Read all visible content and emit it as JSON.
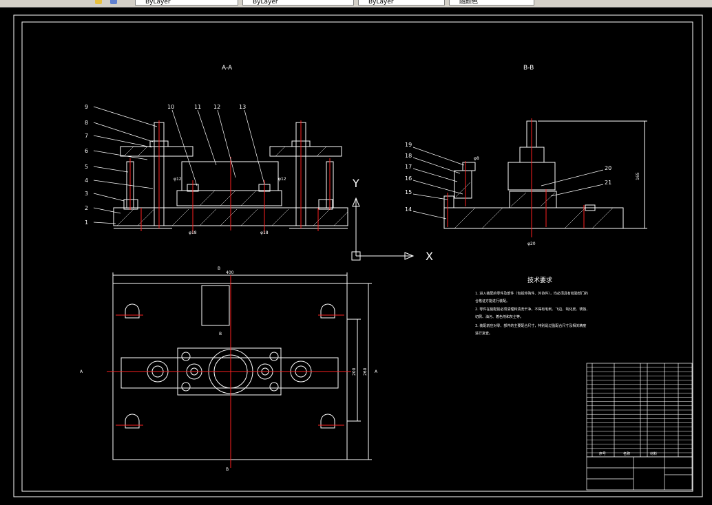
{
  "toolbar": {
    "layer_fields": [
      "ByLayer",
      "ByLayer",
      "ByLayer",
      "随颜色"
    ]
  },
  "drawing": {
    "section_aa_label": "A-A",
    "section_bb_label": "B-B",
    "tech_req_title": "技术要求",
    "tech_req_lines": [
      "1. 进入装配的零件及部件（包括外购件、外协件），均必须具有检验部门的",
      "合格证方能进行装配。",
      "2. 零件在装配前必须清理和清洗干净，不得有毛刺、飞边、氧化皮、锈蚀、",
      "切屑、油污、着色剂和灰尘等。",
      "3. 装配前应对零、部件的主要配合尺寸，特别是过盈配合尺寸及相关精度",
      "进行复查。"
    ],
    "axis_labels": {
      "y": "Y",
      "x": "X"
    },
    "callouts_left": [
      "9",
      "8",
      "7",
      "6",
      "5",
      "4",
      "3",
      "2",
      "1"
    ],
    "callouts_top": [
      "10",
      "11",
      "12",
      "13"
    ],
    "callouts_right_b": [
      "19",
      "18",
      "17",
      "16",
      "15",
      "14"
    ],
    "callouts_right_side": [
      "20",
      "21"
    ],
    "dim_labels": {
      "top_width": "400",
      "side_height_1": "200",
      "side_height_2": "260",
      "bb_height": "165",
      "small_1": "φ18",
      "small_2": "φ18",
      "small_3": "φ12",
      "small_4": "φ12",
      "small_5": "φ8",
      "small_6": "φ20"
    },
    "section_markers": {
      "b_top": "B",
      "b_mid": "B",
      "b_bottom": "B",
      "a_left": "A",
      "a_right": "A"
    },
    "title_block_headers": [
      "序号",
      "名称",
      "材料"
    ]
  },
  "colors": {
    "background": "#000000",
    "lines": "#ffffff",
    "center": "#ff2020",
    "toolbar": "#d4d0c8"
  }
}
